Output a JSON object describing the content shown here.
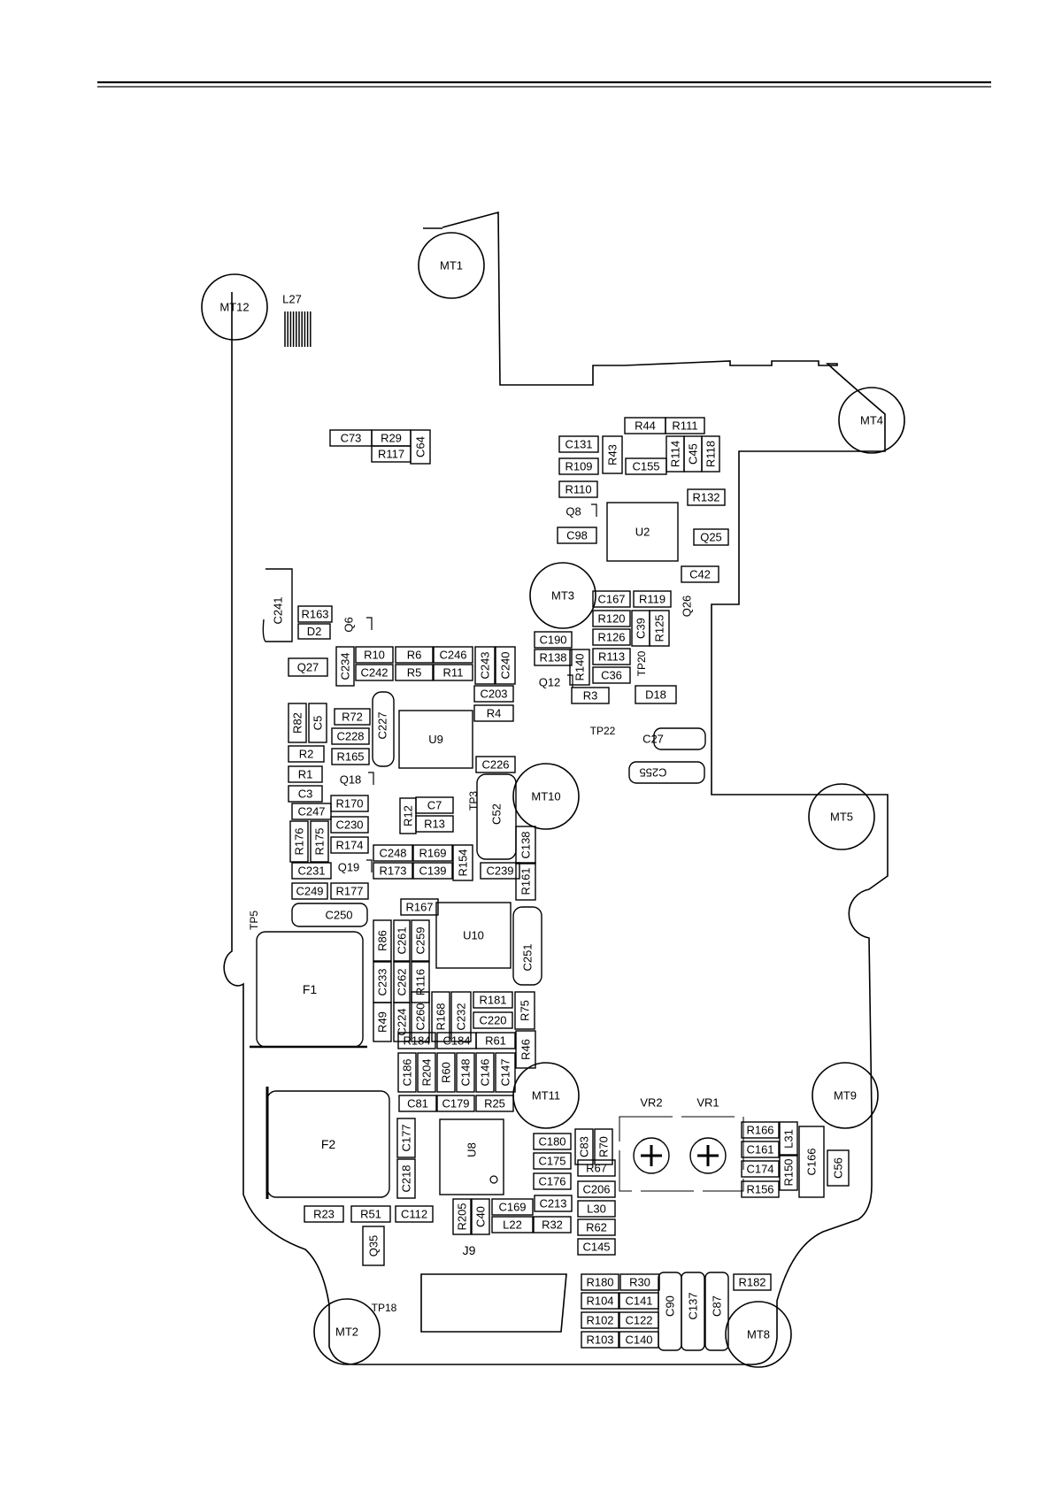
{
  "document": {
    "type": "pcb-component-placement-diagram",
    "ink_color": "#000000",
    "paper_color": "#ffffff"
  },
  "mounting_holes": [
    "MT1",
    "MT2",
    "MT3",
    "MT4",
    "MT5",
    "MT8",
    "MT9",
    "MT10",
    "MT11",
    "MT12"
  ],
  "test_points": [
    "TP3",
    "TP5",
    "TP18",
    "TP20",
    "TP22"
  ],
  "variable_resistors": [
    "VR1",
    "VR2"
  ],
  "ics": [
    "U2",
    "U8",
    "U9",
    "U10"
  ],
  "filters": [
    "F1",
    "F2"
  ],
  "connectors": [
    "J9"
  ],
  "inductor_label": "L27",
  "components": [
    "C73",
    "R29",
    "C64",
    "R117",
    "R44",
    "R111",
    "C131",
    "R43",
    "R114",
    "C45",
    "R118",
    "R109",
    "C155",
    "R110",
    "R132",
    "Q8",
    "Q25",
    "C98",
    "C42",
    "C241",
    "R163",
    "D2",
    "Q6",
    "C167",
    "R119",
    "Q26",
    "R120",
    "C39",
    "R125",
    "R126",
    "C190",
    "R138",
    "R140",
    "R113",
    "C36",
    "Q12",
    "R3",
    "D18",
    "Q27",
    "R10",
    "R6",
    "C246",
    "C243",
    "C240",
    "C234",
    "C242",
    "R5",
    "R11",
    "C203",
    "R4",
    "R82",
    "C5",
    "R72",
    "C227",
    "C228",
    "R165",
    "R2",
    "R1",
    "Q18",
    "C3",
    "C247",
    "R170",
    "C255",
    "C27",
    "C226",
    "C7",
    "R12",
    "R13",
    "C52",
    "C138",
    "C230",
    "R176",
    "R175",
    "R174",
    "C248",
    "R169",
    "R154",
    "Q19",
    "C231",
    "R173",
    "C139",
    "C239",
    "R161",
    "C249",
    "R177",
    "C250",
    "R167",
    "R86",
    "C261",
    "C259",
    "C251",
    "C233",
    "C262",
    "R116",
    "R49",
    "C224",
    "C260",
    "R168",
    "C232",
    "R181",
    "R75",
    "C220",
    "R184",
    "C184",
    "R61",
    "R46",
    "C186",
    "R204",
    "R60",
    "C148",
    "C146",
    "C147",
    "C81",
    "C179",
    "R25",
    "C180",
    "C83",
    "R70",
    "C177",
    "C175",
    "R67",
    "R166",
    "L31",
    "C161",
    "C166",
    "C56",
    "C174",
    "R150",
    "R156",
    "C218",
    "C176",
    "C206",
    "R23",
    "R51",
    "C112",
    "R205",
    "C40",
    "C169",
    "C213",
    "L30",
    "L22",
    "R32",
    "R62",
    "Q35",
    "C145",
    "R180",
    "R30",
    "R182",
    "R104",
    "C141",
    "C90",
    "C137",
    "C87",
    "R102",
    "C122",
    "R103",
    "C140"
  ]
}
